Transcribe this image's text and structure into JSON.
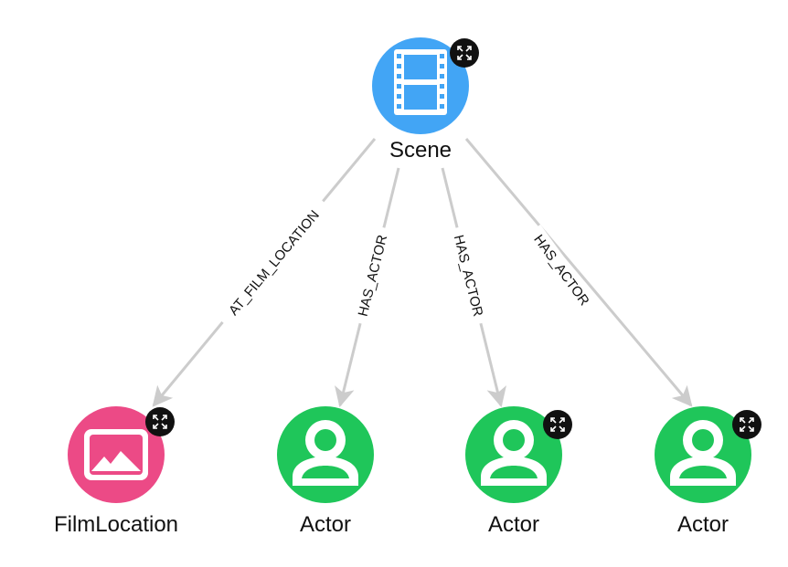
{
  "graph": {
    "nodes": {
      "scene": {
        "label": "Scene",
        "type": "Scene",
        "icon": "film-strip-icon",
        "color": "#42a5f5"
      },
      "film_location": {
        "label": "FilmLocation",
        "type": "FilmLocation",
        "icon": "image-icon",
        "color": "#ec4a86"
      },
      "actor_1": {
        "label": "Actor",
        "type": "Actor",
        "icon": "person-icon",
        "color": "#1fc65a"
      },
      "actor_2": {
        "label": "Actor",
        "type": "Actor",
        "icon": "person-icon",
        "color": "#1fc65a"
      },
      "actor_3": {
        "label": "Actor",
        "type": "Actor",
        "icon": "person-icon",
        "color": "#1fc65a"
      }
    },
    "edges": {
      "at_film_location": {
        "label": "AT_FILM_LOCATION",
        "from": "Scene",
        "to": "FilmLocation"
      },
      "has_actor_1": {
        "label": "HAS_ACTOR",
        "from": "Scene",
        "to": "Actor"
      },
      "has_actor_2": {
        "label": "HAS_ACTOR",
        "from": "Scene",
        "to": "Actor"
      },
      "has_actor_3": {
        "label": "HAS_ACTOR",
        "from": "Scene",
        "to": "Actor"
      }
    },
    "edge_color": "#cccccc",
    "expand_badge_icon": "expand-arrows-icon"
  }
}
